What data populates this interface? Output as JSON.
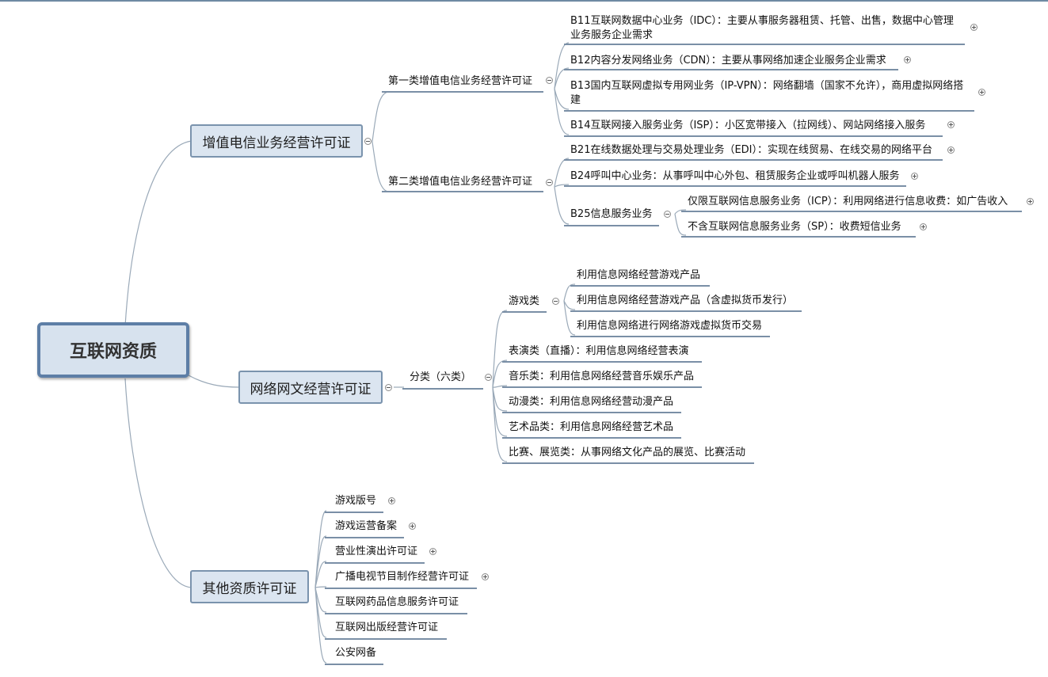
{
  "root": {
    "label": "互联网资质"
  },
  "branch1": {
    "label": "增值电信业务经营许可证",
    "class1": {
      "label": "第一类增值电信业务经营许可证",
      "items": [
        "B11互联网数据中心业务（IDC）：主要从事服务器租赁、托管、出售，数据中心管理业务服务企业需求",
        "B12内容分发网络业务（CDN）：主要从事网络加速企业服务企业需求",
        "B13国内互联网虚拟专用网业务（IP-VPN）：网络翻墙（国家不允许），商用虚拟网络搭建",
        "B14互联网接入服务业务（ISP）：小区宽带接入（拉网线）、网站网络接入服务"
      ]
    },
    "class2": {
      "label": "第二类增值电信业务经营许可证",
      "items": [
        "B21在线数据处理与交易处理业务（EDI）：实现在线贸易、在线交易的网络平台",
        "B24呼叫中心业务：从事呼叫中心外包、租赁服务企业或呼叫机器人服务"
      ],
      "b25": {
        "label": "B25信息服务业务",
        "items": [
          "仅限互联网信息服务业务（ICP）：利用网络进行信息收费：如广告收入",
          "不含互联网信息服务业务（SP）：收费短信业务"
        ]
      }
    }
  },
  "branch2": {
    "label": "网络网文经营许可证",
    "category": {
      "label": "分类（六类）",
      "games": {
        "label": "游戏类",
        "items": [
          "利用信息网络经营游戏产品",
          "利用信息网络经营游戏产品（含虚拟货币发行）",
          "利用信息网络进行网络游戏虚拟货币交易"
        ]
      },
      "items": [
        "表演类（直播）：利用信息网络经营表演",
        "音乐类：利用信息网络经营音乐娱乐产品",
        "动漫类：利用信息网络经营动漫产品",
        "艺术品类：利用信息网络经营艺术品",
        "比赛、展览类：从事网络文化产品的展览、比赛活动"
      ]
    }
  },
  "branch3": {
    "label": "其他资质许可证",
    "items": [
      "游戏版号",
      "游戏运营备案",
      "营业性演出许可证",
      "广播电视节目制作经营许可证",
      "互联网药品信息服务许可证",
      "互联网出版经营许可证",
      "公安网备"
    ]
  },
  "colors": {
    "connector": "#9aa9b8",
    "underline": "#7a8fa6",
    "box_fill": "#dbe5f0",
    "box_border": "#7a93ad",
    "root_border": "#5d7ea6"
  }
}
